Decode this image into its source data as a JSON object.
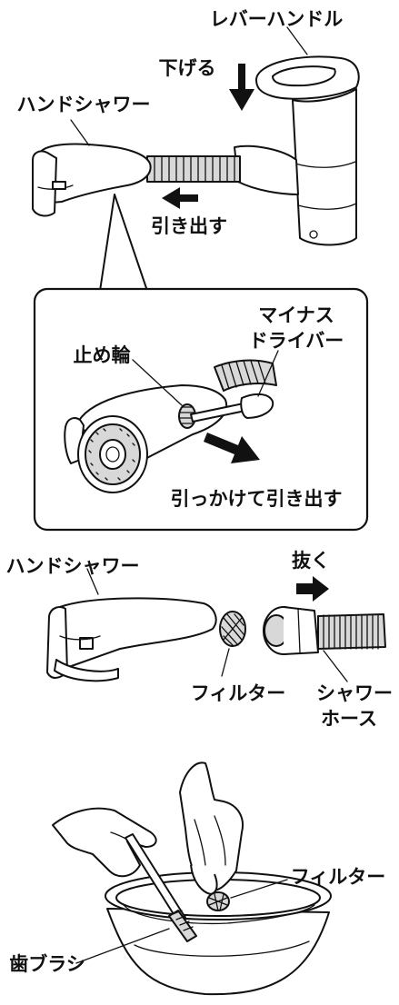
{
  "panel1": {
    "lever_handle": "レバーハンドル",
    "push_down": "下げる",
    "hand_shower": "ハンドシャワー",
    "pull_out": "引き出す"
  },
  "callout": {
    "flat_screwdriver_line1": "マイナス",
    "flat_screwdriver_line2": "ドライバー",
    "retaining_ring": "止め輪",
    "hook_and_pull": "引っかけて引き出す"
  },
  "panel2": {
    "hand_shower": "ハンドシャワー",
    "remove": "抜く",
    "filter": "フィルター",
    "shower_hose_line1": "シャワー",
    "shower_hose_line2": "ホース"
  },
  "panel3": {
    "filter": "フィルター",
    "toothbrush": "歯ブラシ"
  }
}
